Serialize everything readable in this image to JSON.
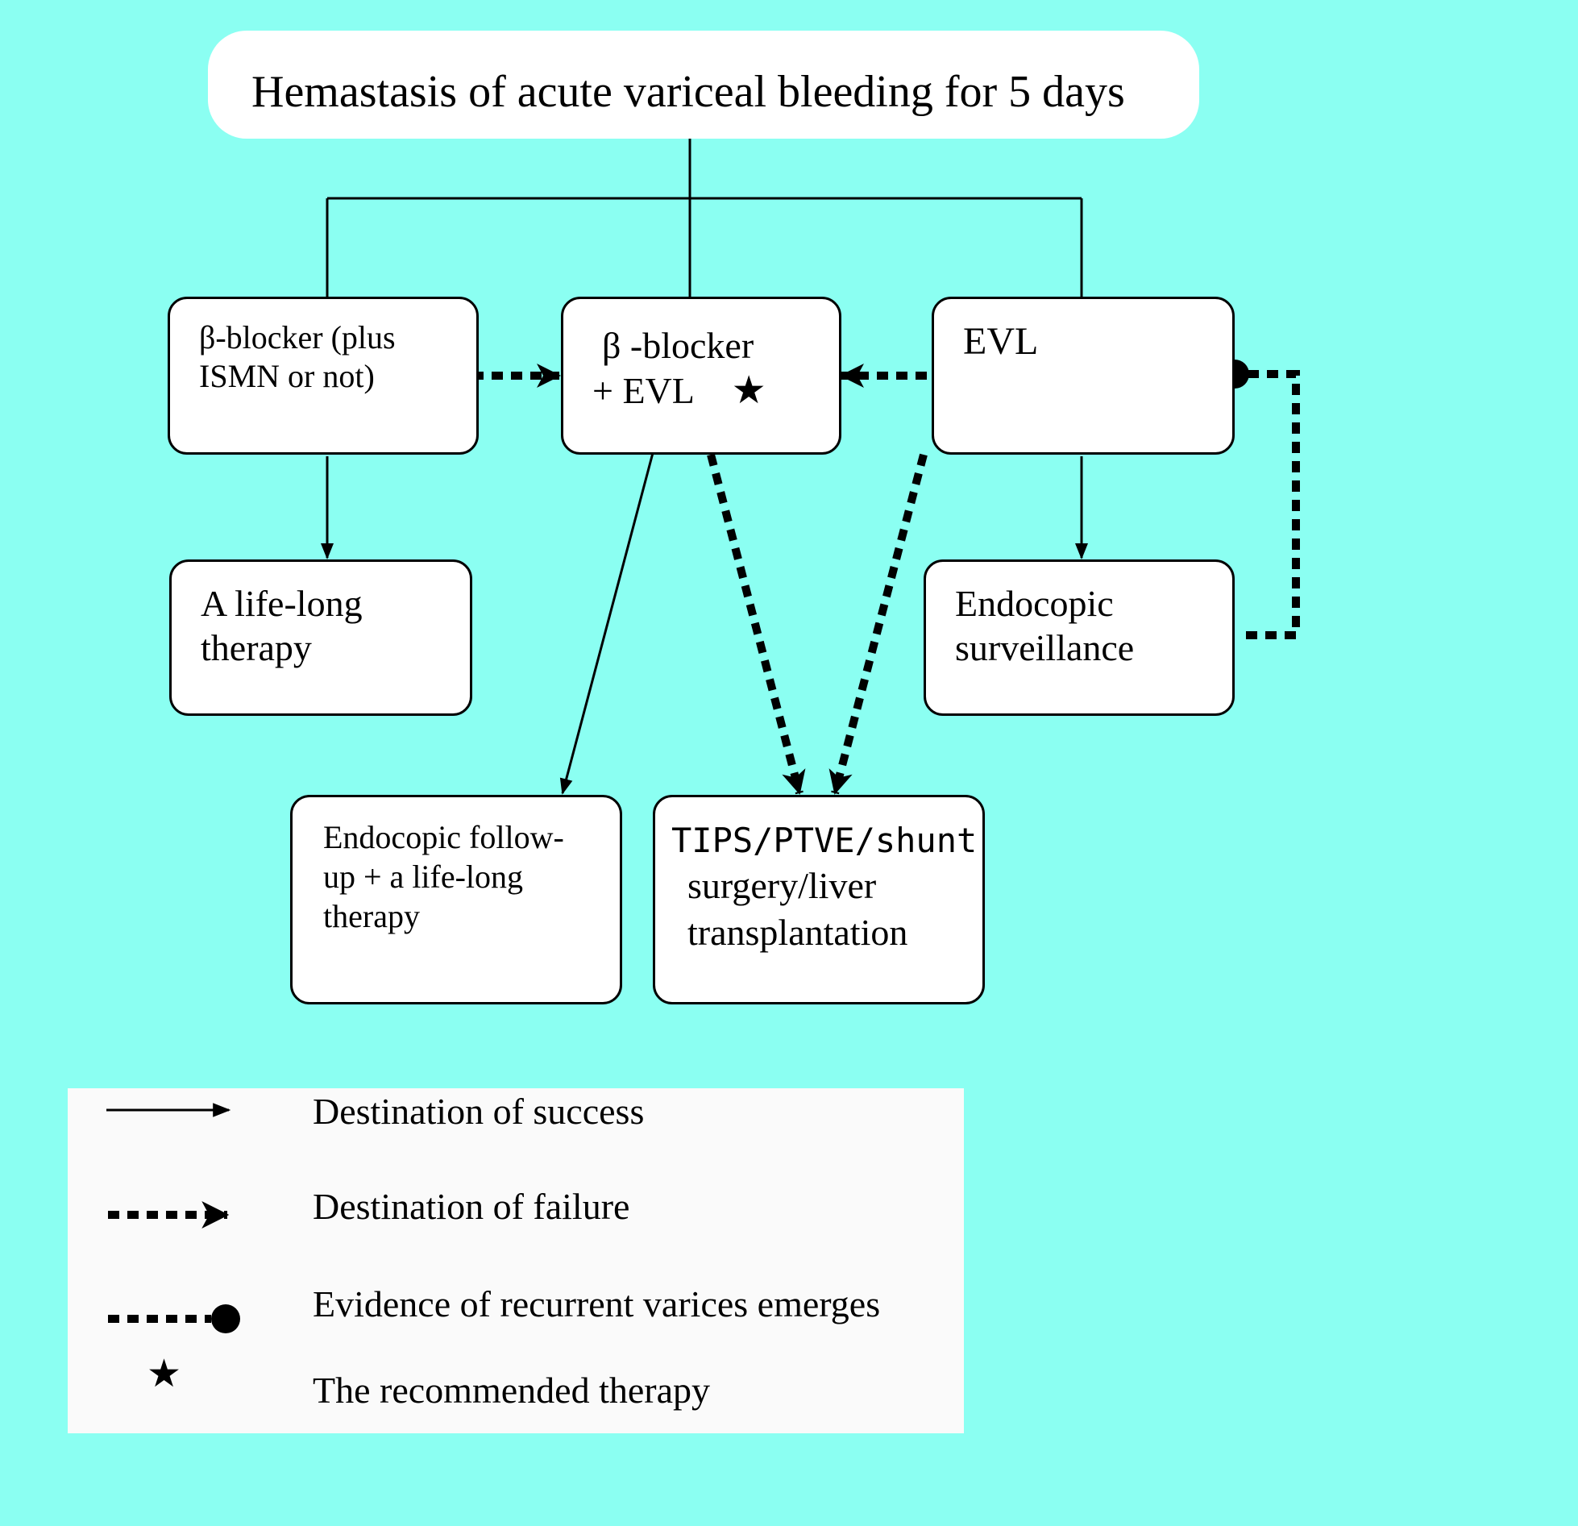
{
  "title": "Hemastasis of acute variceal bleeding for 5 days",
  "nodes": {
    "beta_blocker": {
      "line1": "β-blocker (plus",
      "line2": "ISMN or not)"
    },
    "beta_blocker_evl": {
      "line1": "β -blocker",
      "line2": "+ EVL",
      "star": "★"
    },
    "evl": {
      "line1": "EVL"
    },
    "life_long": {
      "line1": "A life-long",
      "line2": "therapy"
    },
    "surveillance": {
      "line1": "Endocopic",
      "line2": "surveillance"
    },
    "follow_up": {
      "line1": "Endocopic follow-",
      "line2": "up + a life-long",
      "line3": "therapy"
    },
    "tips": {
      "line1": "TIPS/PTVE/shunt",
      "line2": "surgery/liver",
      "line3": "transplantation"
    }
  },
  "legend": {
    "success": "Destination of success",
    "failure": "Destination of failure",
    "recurrent": "Evidence of recurrent varices emerges",
    "recommended": "The recommended therapy",
    "star": "★"
  }
}
